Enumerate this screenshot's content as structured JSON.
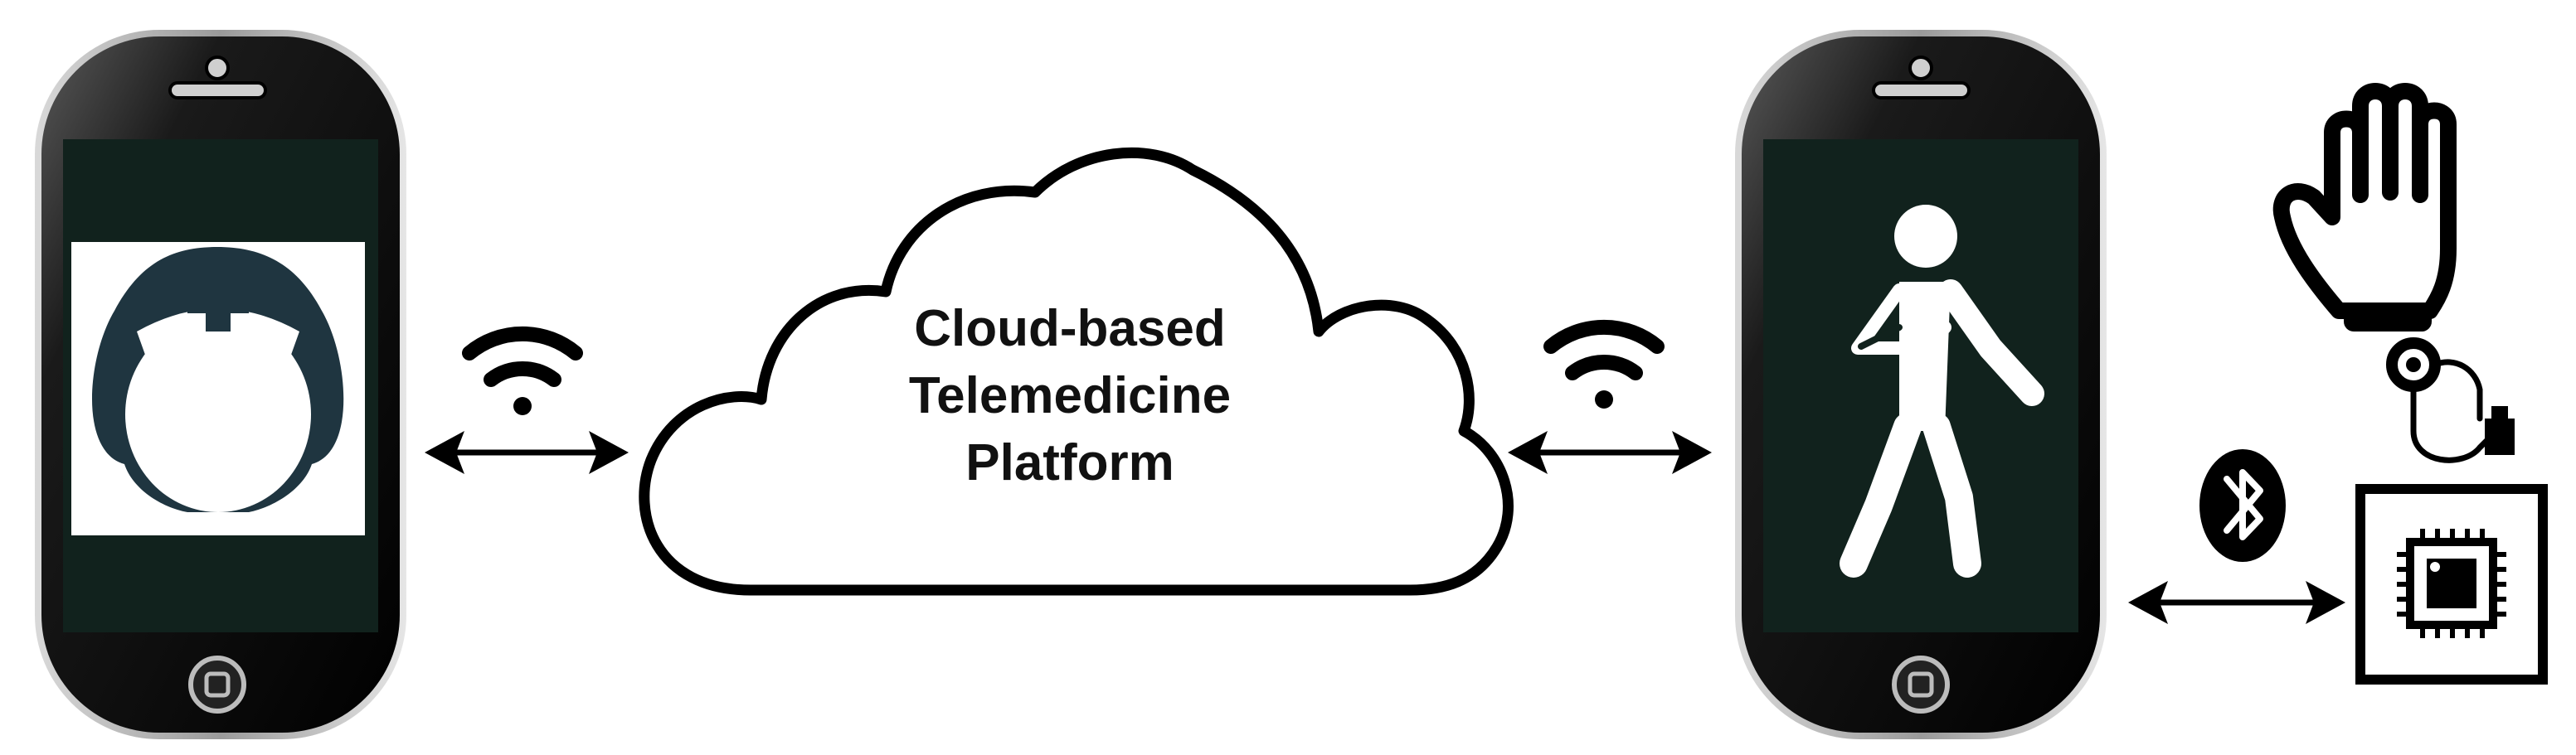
{
  "cloud": {
    "line1": "Cloud-based",
    "line2": "Telemedicine",
    "line3": "Platform"
  },
  "colors": {
    "phone_body": "#0b0b0b",
    "phone_screen": "#11221d",
    "line": "#000000",
    "background": "#ffffff"
  },
  "icons": {
    "left_phone": "nurse-icon",
    "right_phone": "injured-walking-person-icon",
    "wireless": "wifi-icon",
    "short_range": "bluetooth-icon",
    "sensor": "glove-sensor-icon",
    "controller": "microcontroller-chip-icon"
  }
}
